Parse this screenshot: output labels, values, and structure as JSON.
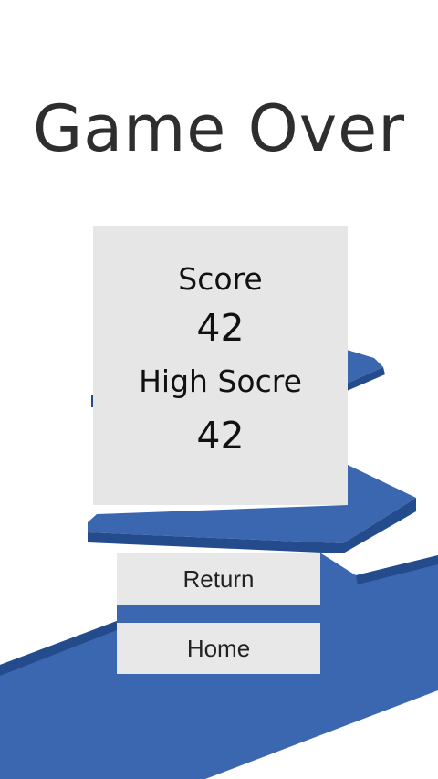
{
  "title": "Game Over",
  "score": {
    "label": "Score",
    "value": "42"
  },
  "high_score": {
    "label": "High Socre",
    "value": "42"
  },
  "buttons": {
    "return_label": "Return",
    "home_label": "Home"
  },
  "colors": {
    "background": "#ffffff",
    "platform_top": "#3a67b0",
    "platform_side": "#244b8c",
    "panel": "#e6e6e6",
    "button": "#e8e8e8",
    "title_text": "#2e2e2e"
  }
}
